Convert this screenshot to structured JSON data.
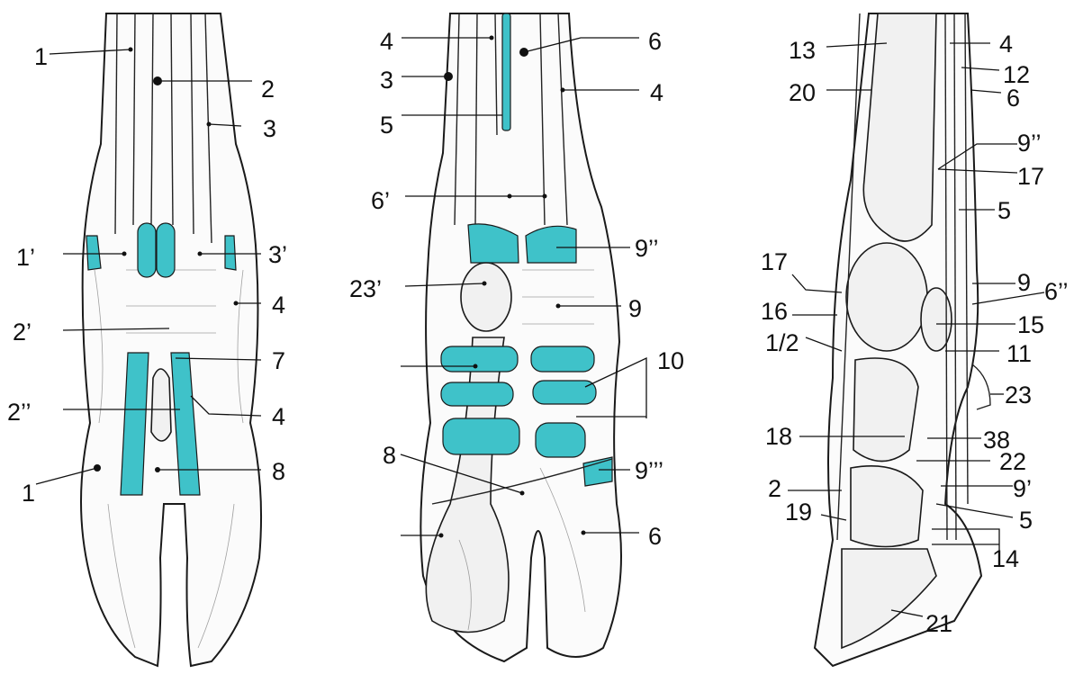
{
  "colors": {
    "cartilage_highlight": "#3fc2c9",
    "ink": "#111111",
    "background": "#ffffff"
  },
  "panels": [
    {
      "id": "left",
      "labels": [
        "1",
        "2",
        "3",
        "1’",
        "3’",
        "4",
        "2’",
        "7",
        "2’’",
        "4",
        "1",
        "8"
      ]
    },
    {
      "id": "middle",
      "labels": [
        "4",
        "6",
        "3",
        "4",
        "5",
        "6’",
        "9’’",
        "23’",
        "9",
        "10",
        "8",
        "9’’’",
        "6"
      ]
    },
    {
      "id": "right",
      "labels": [
        "13",
        "4",
        "12",
        "20",
        "6",
        "9’’",
        "17",
        "5",
        "17",
        "9",
        "6’’",
        "16",
        "15",
        "1/2",
        "11",
        "23",
        "18",
        "38",
        "22",
        "2",
        "9’",
        "19",
        "5",
        "14",
        "21"
      ]
    }
  ]
}
